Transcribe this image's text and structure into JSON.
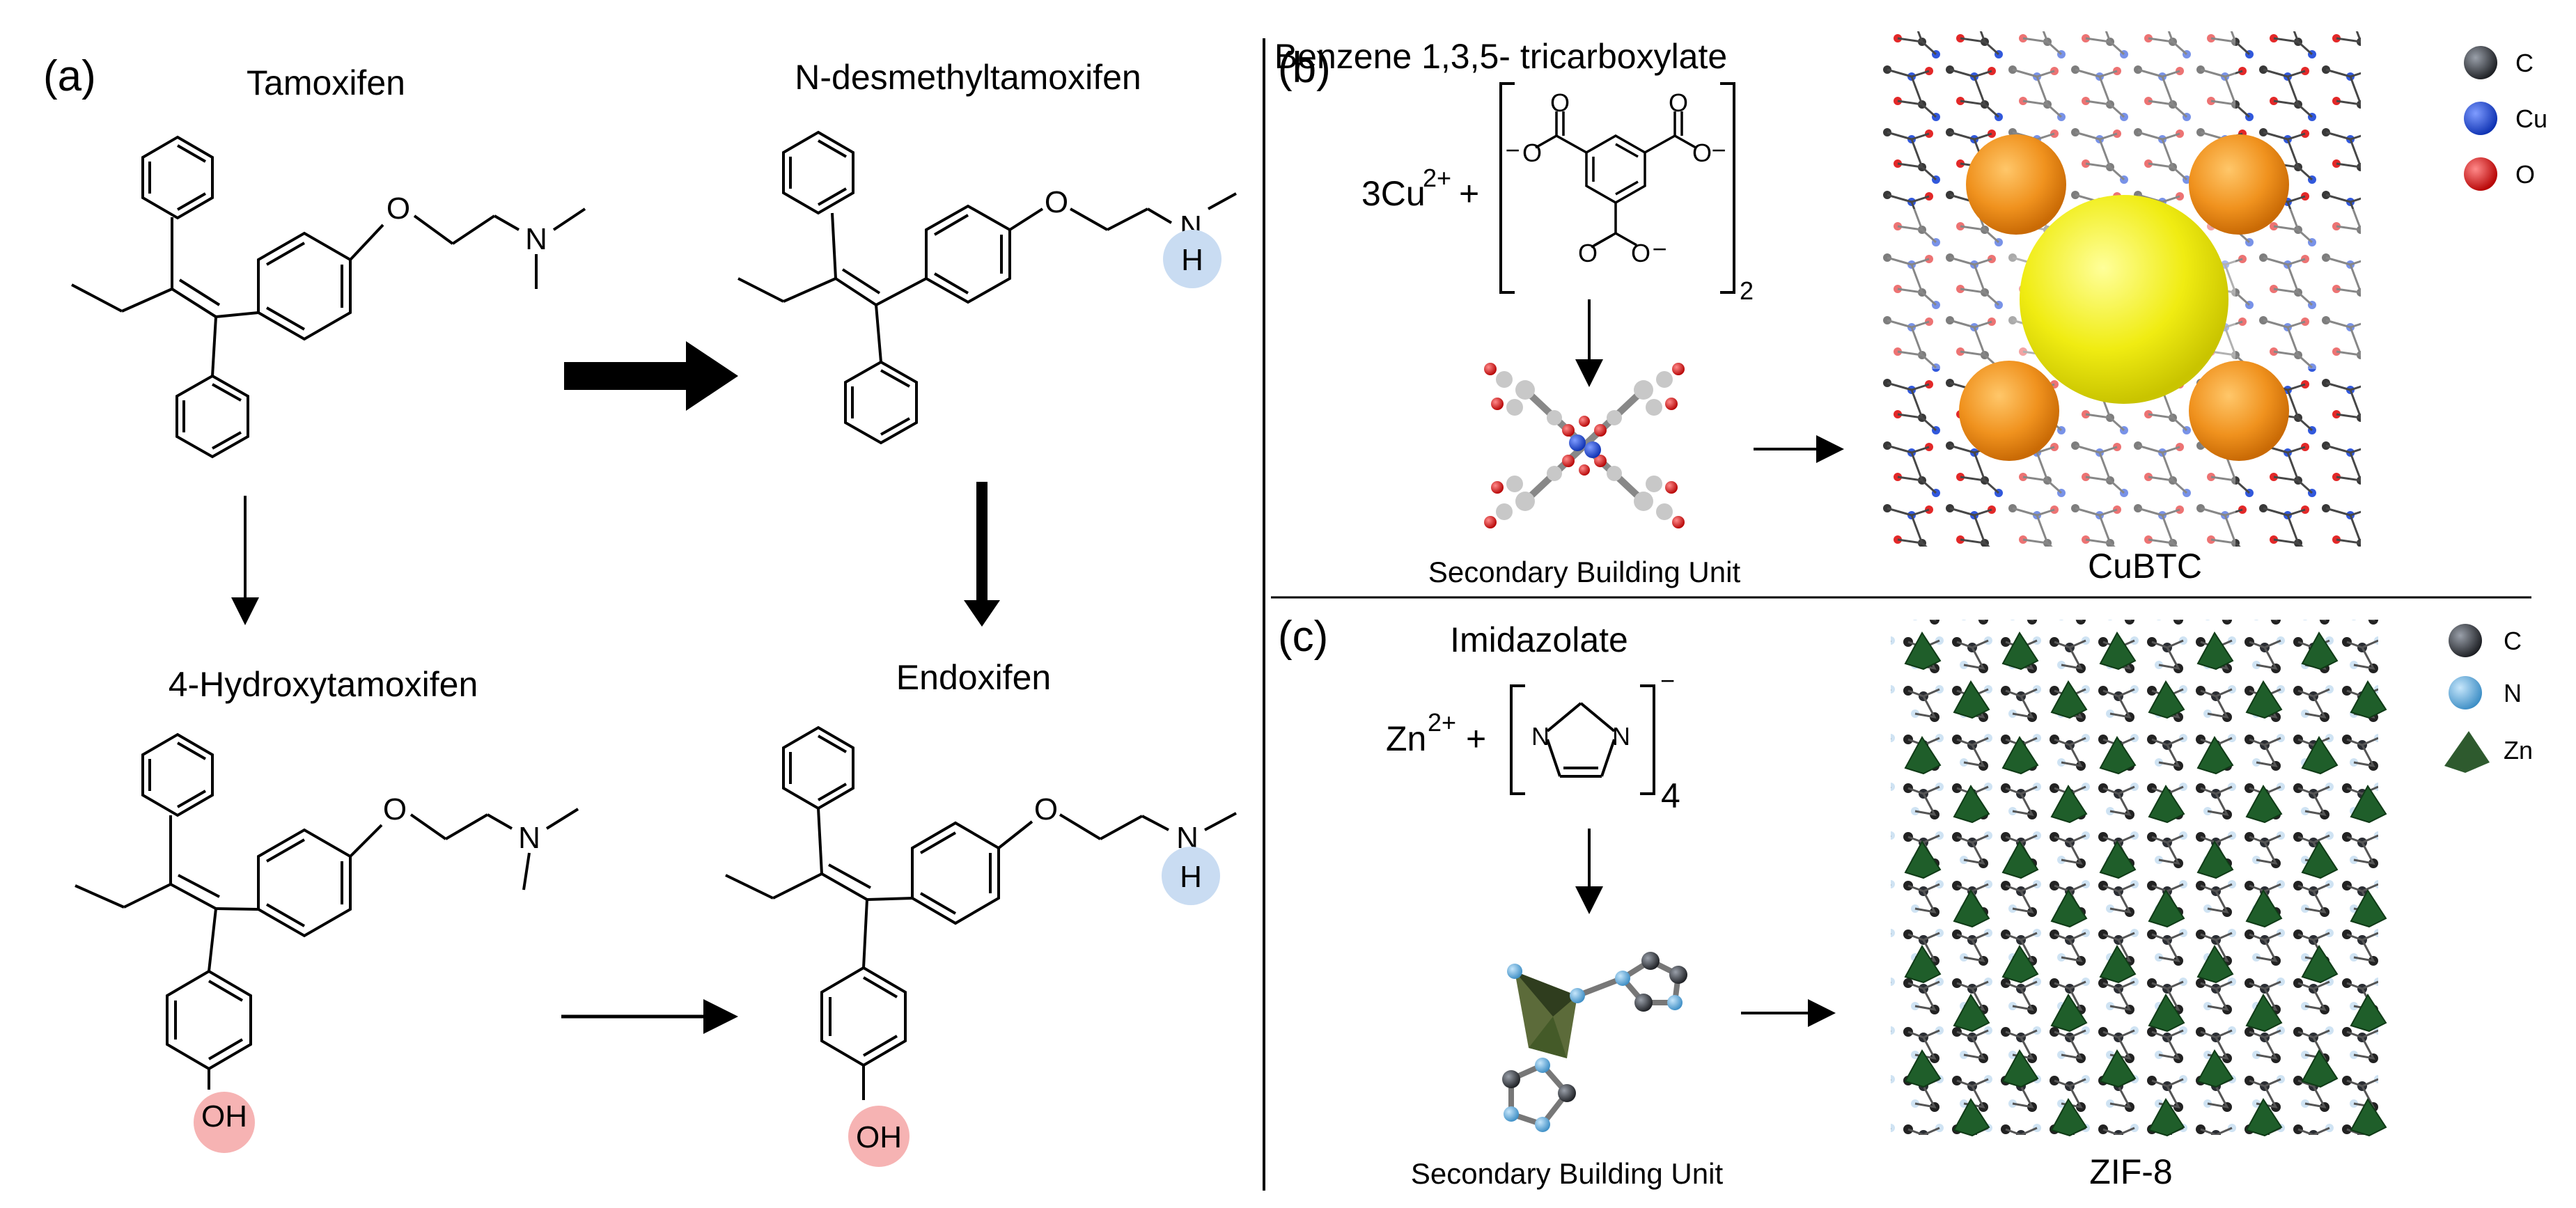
{
  "panels": {
    "a": {
      "label": "(a)",
      "tamoxifen": "Tamoxifen",
      "ndm": "N-desmethyltamoxifen",
      "hydroxy": "4-Hydroxytamoxifen",
      "endoxifen": "Endoxifen",
      "atoms": {
        "O": "O",
        "N": "N",
        "H": "H",
        "OH": "OH"
      }
    },
    "b": {
      "label": "(b)",
      "linker_name": "Benzene 1,3,5- tricarboxylate",
      "metal_coef": "3Cu",
      "metal_charge": "2+",
      "plus": "+",
      "subscript": "2",
      "carboxylate": "O",
      "neg": "−",
      "sbu_caption": "Secondary Building Unit",
      "product": "CuBTC",
      "legend": [
        {
          "label": "C",
          "color": "#2a2d33"
        },
        {
          "label": "Cu",
          "color": "#1a46d8"
        },
        {
          "label": "O",
          "color": "#e01010"
        }
      ]
    },
    "c": {
      "label": "(c)",
      "linker_name": "Imidazolate",
      "metal": "Zn",
      "metal_charge": "2+",
      "plus": "+",
      "subscript": "4",
      "neg": "−",
      "ring_atom": "N",
      "sbu_caption": "Secondary Building Unit",
      "product": "ZIF-8",
      "legend": [
        {
          "label": "C",
          "color": "#2a2d33"
        },
        {
          "label": "N",
          "color": "#5aa9d8"
        },
        {
          "label": "Zn",
          "color": "#2e5a2e"
        }
      ]
    }
  },
  "colors": {
    "h_highlight": "#c9dcf2",
    "oh_highlight": "#f6b3b3",
    "cu_sphere_large": "#f2ef1a",
    "cu_sphere_small": "#f0921e",
    "zn_tetra": "#1f5e2a",
    "framework": "#2a2d33"
  }
}
